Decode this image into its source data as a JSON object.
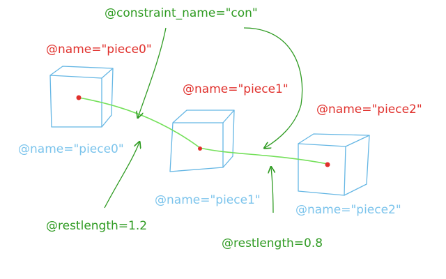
{
  "colors": {
    "red": "#e0302c",
    "blue": "#7cc4ec",
    "green": "#2f9b22",
    "spring": "#74e05a",
    "box": "#64b6e4"
  },
  "labels": {
    "constraint": "@constraint_name=\"con\"",
    "red_piece0": "@name=\"piece0\"",
    "red_piece1": "@name=\"piece1\"",
    "red_piece2": "@name=\"piece2\"",
    "blue_piece0": "@name=\"piece0\"",
    "blue_piece1": "@name=\"piece1\"",
    "blue_piece2": "@name=\"piece2\"",
    "restlength_a": "@restlength=1.2",
    "restlength_b": "@restlength=0.8"
  }
}
